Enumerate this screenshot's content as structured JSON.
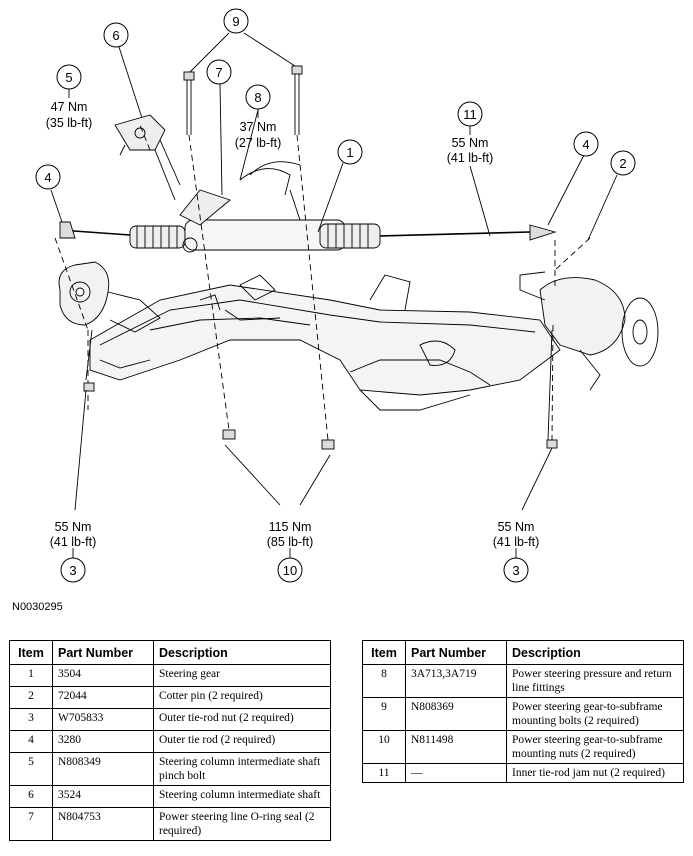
{
  "diagram": {
    "figure_id": "N0030295",
    "callouts": [
      {
        "id": "c9",
        "label": "9"
      },
      {
        "id": "c6",
        "label": "6"
      },
      {
        "id": "c7",
        "label": "7"
      },
      {
        "id": "c5",
        "label": "5"
      },
      {
        "id": "c8",
        "label": "8"
      },
      {
        "id": "c11",
        "label": "11"
      },
      {
        "id": "c1",
        "label": "1"
      },
      {
        "id": "c4l",
        "label": "4"
      },
      {
        "id": "c4r",
        "label": "4"
      },
      {
        "id": "c2",
        "label": "2"
      },
      {
        "id": "c3l",
        "label": "3"
      },
      {
        "id": "c10",
        "label": "10"
      },
      {
        "id": "c3r",
        "label": "3"
      }
    ],
    "torques": {
      "t5": {
        "nm": "47 Nm",
        "lbft": "(35 lb-ft)"
      },
      "t8": {
        "nm": "37 Nm",
        "lbft": "(27 lb-ft)"
      },
      "t11": {
        "nm": "55 Nm",
        "lbft": "(41 lb-ft)"
      },
      "t3l": {
        "nm": "55 Nm",
        "lbft": "(41 lb-ft)"
      },
      "t10": {
        "nm": "115 Nm",
        "lbft": "(85 lb-ft)"
      },
      "t3r": {
        "nm": "55 Nm",
        "lbft": "(41 lb-ft)"
      }
    }
  },
  "table": {
    "headers": {
      "item": "Item",
      "part": "Part Number",
      "desc": "Description"
    },
    "left_rows": [
      {
        "item": "1",
        "part": "3504",
        "desc": "Steering gear"
      },
      {
        "item": "2",
        "part": "72044",
        "desc": "Cotter pin (2 required)"
      },
      {
        "item": "3",
        "part": "W705833",
        "desc": "Outer tie-rod nut (2 required)"
      },
      {
        "item": "4",
        "part": "3280",
        "desc": "Outer tie rod (2 required)"
      },
      {
        "item": "5",
        "part": "N808349",
        "desc": "Steering column intermediate shaft pinch bolt"
      },
      {
        "item": "6",
        "part": "3524",
        "desc": "Steering column intermediate shaft"
      },
      {
        "item": "7",
        "part": "N804753",
        "desc": "Power steering line O-ring seal (2 required)"
      }
    ],
    "right_rows": [
      {
        "item": "8",
        "part": "3A713,3A719",
        "desc": "Power steering pressure and return line fittings"
      },
      {
        "item": "9",
        "part": "N808369",
        "desc": "Power steering gear-to-subframe mounting bolts (2 required)"
      },
      {
        "item": "10",
        "part": "N811498",
        "desc": "Power steering gear-to-subframe mounting nuts (2 required)"
      },
      {
        "item": "11",
        "part": "—",
        "desc": "Inner tie-rod jam nut (2 required)"
      }
    ]
  }
}
